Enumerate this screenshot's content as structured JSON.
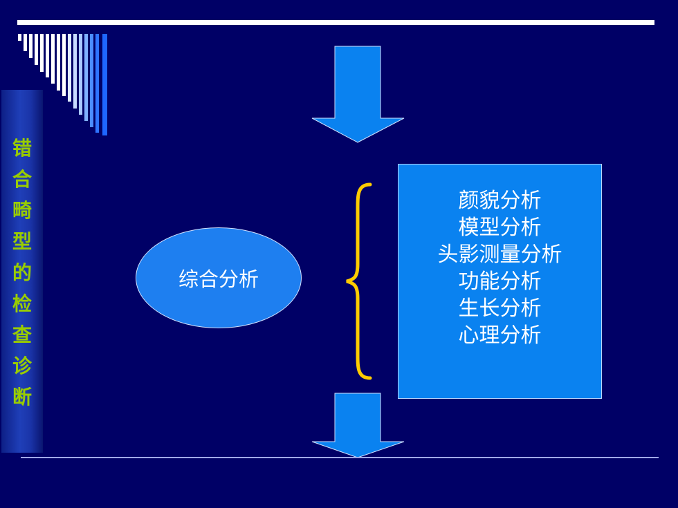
{
  "sidebar": {
    "title_chars": [
      "错",
      "合",
      "畸",
      "型",
      "的",
      "检",
      "查",
      "诊",
      "断"
    ]
  },
  "ellipse": {
    "label": "综合分析"
  },
  "box": {
    "items": [
      "颜貌分析",
      "模型分析",
      "头影测量分析",
      "功能分析",
      "生长分析",
      "心理分析"
    ]
  },
  "colors": {
    "background": "#000066",
    "arrow": "#0a82f0",
    "brace": "#ffcc00",
    "sidebar_text": "#99cc00"
  }
}
